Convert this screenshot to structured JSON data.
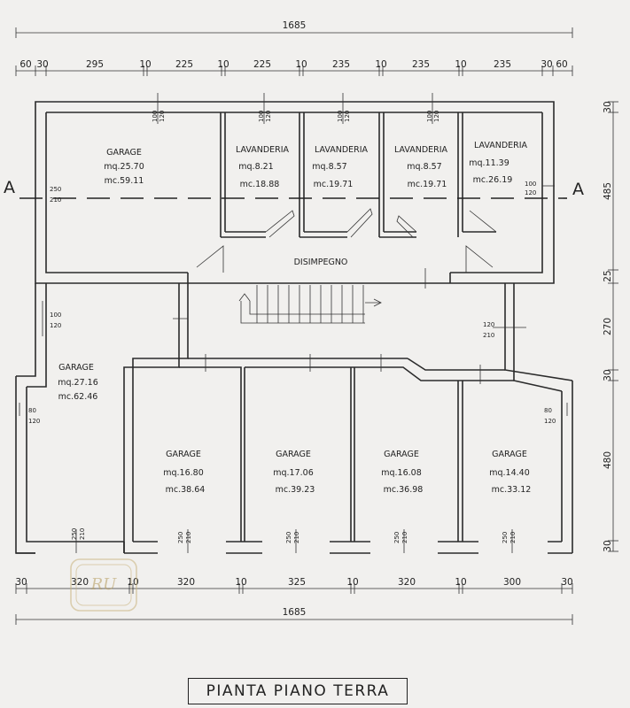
{
  "title": "PIANTA PIANO TERRA",
  "overall": {
    "top": "1685",
    "bottom": "1685"
  },
  "top_dims": [
    "60",
    "30",
    "295",
    "10",
    "225",
    "10",
    "225",
    "10",
    "235",
    "10",
    "235",
    "10",
    "235",
    "30",
    "60"
  ],
  "bottom_dims": [
    "30",
    "320",
    "10",
    "320",
    "10",
    "325",
    "10",
    "320",
    "10",
    "300",
    "30"
  ],
  "right_dims": [
    "30",
    "485",
    "25",
    "270",
    "30",
    "480",
    "30"
  ],
  "section": {
    "left": "A",
    "right": "A"
  },
  "corridor": "DISIMPEGNO",
  "rooms": [
    {
      "name": "GARAGE",
      "area": "mq.25.70",
      "volume": "mc.59.11"
    },
    {
      "name": "LAVANDERIA",
      "area": "mq.8.21",
      "volume": "mc.18.88"
    },
    {
      "name": "LAVANDERIA",
      "area": "mq.8.57",
      "volume": "mc.19.71"
    },
    {
      "name": "LAVANDERIA",
      "area": "mq.8.57",
      "volume": "mc.19.71"
    },
    {
      "name": "LAVANDERIA",
      "area": "mq.11.39",
      "volume": "mc.26.19"
    },
    {
      "name": "GARAGE",
      "area": "mq.27.16",
      "volume": "mc.62.46"
    },
    {
      "name": "GARAGE",
      "area": "mq.16.80",
      "volume": "mc.38.64"
    },
    {
      "name": "GARAGE",
      "area": "mq.17.06",
      "volume": "mc.39.23"
    },
    {
      "name": "GARAGE",
      "area": "mq.16.08",
      "volume": "mc.36.98"
    },
    {
      "name": "GARAGE",
      "area": "mq.14.40",
      "volume": "mc.33.12"
    }
  ],
  "openings": {
    "window_top": [
      "100",
      "120"
    ],
    "window_left_top": [
      "250",
      "210"
    ],
    "window_left": [
      "100",
      "120"
    ],
    "window_left_low": [
      "80",
      "120"
    ],
    "window_right": [
      "100",
      "120"
    ],
    "window_right_low": [
      "80",
      "120"
    ],
    "stair_door": [
      "120",
      "210"
    ],
    "garage_door": [
      "250",
      "210"
    ]
  }
}
